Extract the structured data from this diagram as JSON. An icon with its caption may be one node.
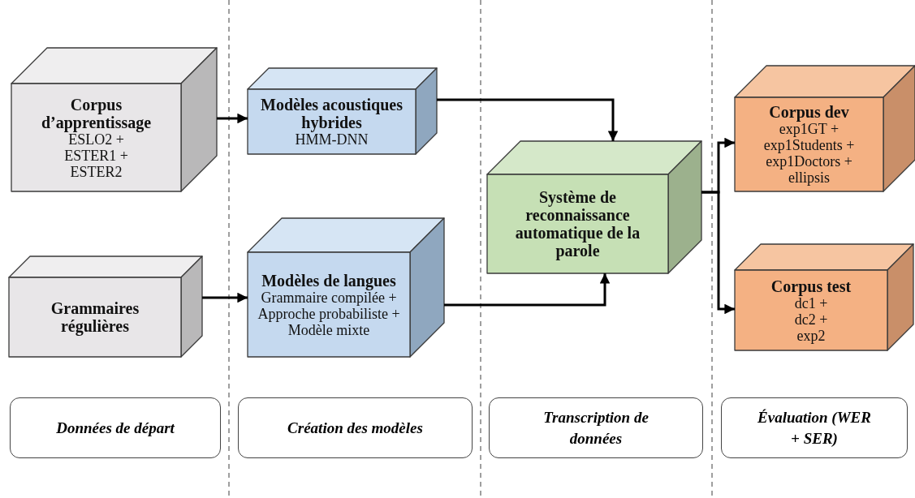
{
  "diagram": {
    "nodes": [
      {
        "text": [
          "Corpus d’apprentissage",
          "ESLO2 + ESTER1 + ESTER2"
        ]
      },
      {
        "text": [
          "Grammaires régulières"
        ]
      },
      {
        "text": [
          "Modèles acoustiques hybrides",
          "HMM-DNN"
        ]
      },
      {
        "text": [
          "Modèles de langues",
          "Grammaire compilée + Approche probabiliste + Modèle mixte"
        ]
      },
      {
        "text": [
          "Système de reconnaissance automatique de la parole"
        ]
      },
      {
        "text": [
          "Corpus dev",
          "exp1GT + exp1Students + exp1Doctors + ellipsis"
        ]
      },
      {
        "text": [
          "Corpus test",
          "dc1 + dc2 + exp2"
        ]
      },
      {
        "text": [
          "Données de départ"
        ]
      },
      {
        "text": [
          "Création des modèles"
        ]
      },
      {
        "text": [
          "Transcription de données"
        ]
      },
      {
        "text": [
          "Évaluation (WER + SER)"
        ]
      }
    ],
    "edges": [
      {
        "from": 0,
        "to": 2,
        "arrow": "to"
      },
      {
        "from": 1,
        "to": 3,
        "arrow": "to"
      },
      {
        "from": 2,
        "to": 4,
        "arrow": "to"
      },
      {
        "from": 3,
        "to": 4,
        "arrow": "to"
      },
      {
        "from": 4,
        "to": 5,
        "arrow": "to"
      },
      {
        "from": 4,
        "to": 6,
        "arrow": "to"
      }
    ]
  }
}
